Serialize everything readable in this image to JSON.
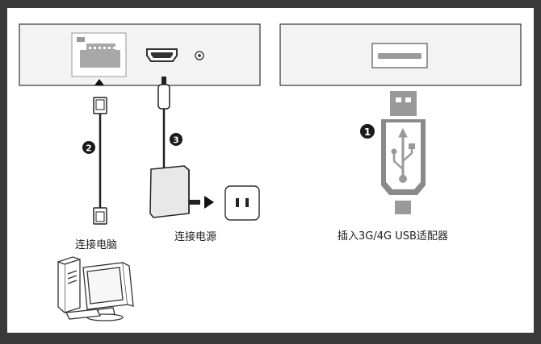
{
  "steps": [
    {
      "number": "1",
      "label": "插入3G/4G USB适配器"
    },
    {
      "number": "2",
      "label": "连接电脑"
    },
    {
      "number": "3",
      "label": "连接电源"
    }
  ],
  "icons": [
    "router-box-icon",
    "ethernet-port-icon",
    "hdmi-port-icon",
    "dc-power-port-icon",
    "ethernet-cable-icon",
    "power-adapter-icon",
    "wall-outlet-icon",
    "usb-port-icon",
    "usb-adapter-icon",
    "usb-symbol-icon",
    "desktop-computer-icon"
  ],
  "colors": {
    "frame": "#3a3a3a",
    "background": "#ffffff",
    "device": "#f2f2f2",
    "accent_dark": "#1a1a1a",
    "gray": "#9a9a9a"
  }
}
